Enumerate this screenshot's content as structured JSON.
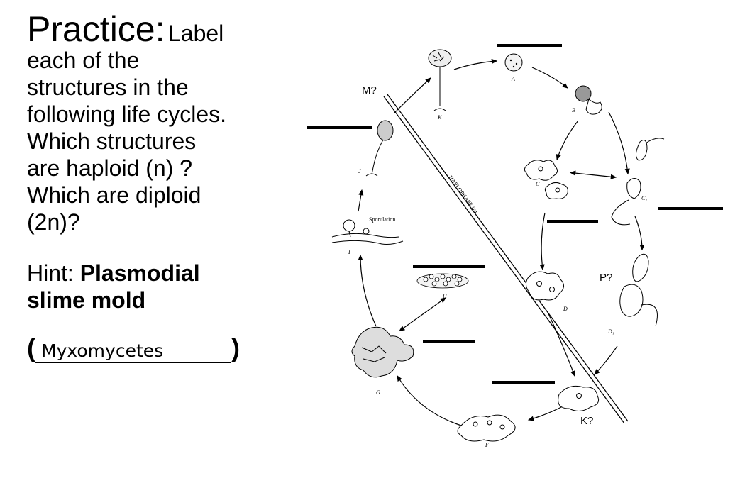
{
  "practice": {
    "title": "Practice:",
    "title_rest": "Label",
    "lines": [
      "each of the",
      "structures in the",
      "following life cycles.",
      "Which structures",
      "are haploid (n) ?",
      "Which are diploid",
      "(2n)?"
    ],
    "hint_label": "Hint:",
    "hint_bold_1": "Plasmodial",
    "hint_bold_2": "slime mold",
    "open_paren": "(",
    "answer": "Myxomycetes",
    "close_paren": ")"
  },
  "diagram": {
    "callouts": {
      "m": "M?",
      "p": "P?",
      "k": "K?"
    },
    "phase_label": "HAPLOPHASE (n)",
    "sporulation_label": "Sporulation",
    "stage_letters": {
      "a": "A",
      "b": "B",
      "c": "C",
      "c1": "C₁",
      "d": "D",
      "d1": "D₁",
      "f": "F",
      "g": "G",
      "h": "H",
      "i": "I",
      "j": "J",
      "k": "K"
    }
  }
}
